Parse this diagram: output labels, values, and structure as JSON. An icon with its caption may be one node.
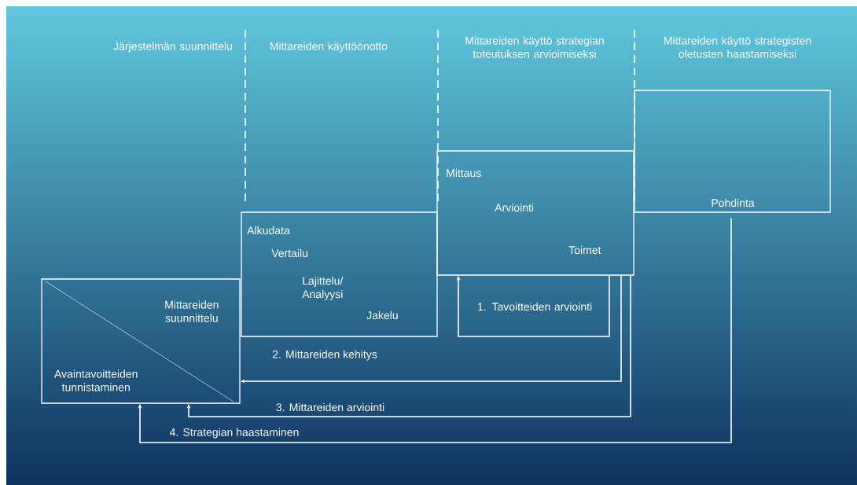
{
  "diagram": {
    "nodes": [
      {
        "text": [
          "Mittareiden suunnittelu",
          "Avaintavoitteiden tunnistaminen"
        ]
      },
      {
        "text": [
          "Alkudata",
          "Vertailu",
          "Lajittelu/ Analyysi",
          "Jakelu"
        ]
      },
      {
        "text": [
          "Mittaus",
          "Arviointi",
          "Toimet"
        ]
      },
      {
        "text": [
          "Pohdinta"
        ]
      }
    ],
    "edges": [
      {
        "from": 2,
        "to": 2,
        "arrow": "to",
        "label": "1. Tavoitteiden arviointi"
      },
      {
        "from": 2,
        "to": 0,
        "arrow": "to",
        "label": "2. Mittareiden kehitys"
      },
      {
        "from": 2,
        "to": 0,
        "arrow": "to",
        "label": "3. Mittareiden arviointi"
      },
      {
        "from": 3,
        "to": 0,
        "arrow": "to",
        "label": "4. Strategian haastaminen"
      }
    ],
    "labels": [
      "Järjestelmän suunnittelu",
      "Mittareiden käyttöönotto",
      "Mittareiden käyttö strategian toteutuksen arvioimiseksi",
      "Mittareiden käyttö strategisten oletusten haastamiseksi"
    ]
  }
}
